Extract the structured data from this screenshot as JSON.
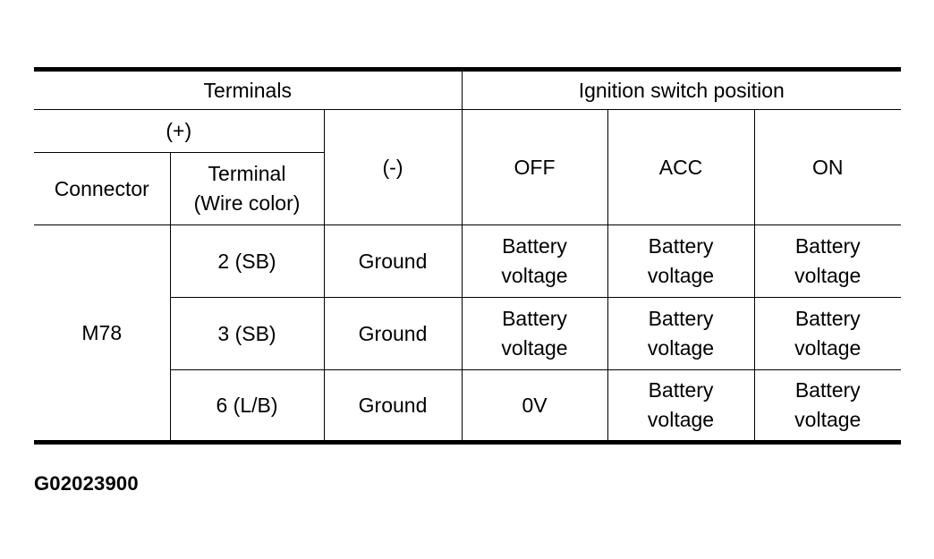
{
  "table": {
    "header": {
      "terminals": "Terminals",
      "ignition_switch_position": "Ignition switch position",
      "plus": "(+)",
      "minus": "(-)",
      "connector": "Connector",
      "terminal_wire_color": "Terminal\n(Wire color)",
      "positions": [
        "OFF",
        "ACC",
        "ON"
      ]
    },
    "connector": "M78",
    "rows": [
      {
        "terminal": "2 (SB)",
        "minus": "Ground",
        "off": "Battery\nvoltage",
        "acc": "Battery\nvoltage",
        "on": "Battery\nvoltage"
      },
      {
        "terminal": "3 (SB)",
        "minus": "Ground",
        "off": "Battery\nvoltage",
        "acc": "Battery\nvoltage",
        "on": "Battery\nvoltage"
      },
      {
        "terminal": "6 (L/B)",
        "minus": "Ground",
        "off": "0V",
        "acc": "Battery\nvoltage",
        "on": "Battery\nvoltage"
      }
    ]
  },
  "figure_id": "G02023900"
}
